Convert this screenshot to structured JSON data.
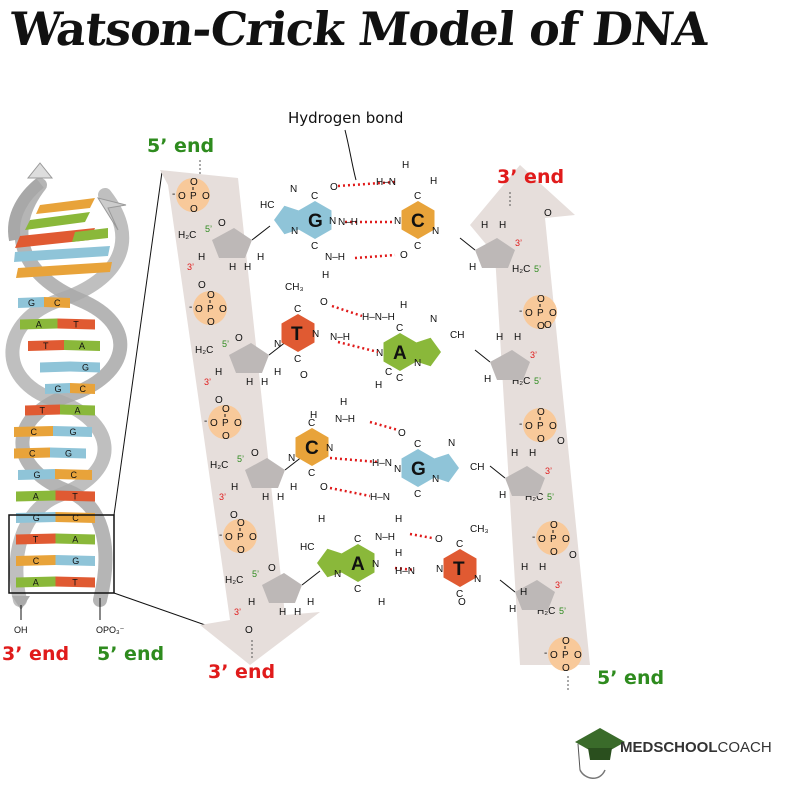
{
  "title": "Watson-Crick Model of DNA",
  "labels": {
    "hydrogen_bond": "Hydrogen bond",
    "five_prime_end": "5’ end",
    "three_prime_end": "3’ end",
    "oh": "OH",
    "opo3": "OPO₃⁻",
    "three_prime": "3’",
    "five_prime": "5’"
  },
  "helix_pairs": [
    {
      "left": "G",
      "right": "C"
    },
    {
      "left": "A",
      "right": "T"
    },
    {
      "left": "T",
      "right": "A"
    },
    {
      "left": "",
      "right": "G"
    },
    {
      "left": "G",
      "right": "C"
    },
    {
      "left": "T",
      "right": "A"
    },
    {
      "left": "C",
      "right": "G"
    },
    {
      "left": "C",
      "right": "G"
    },
    {
      "left": "G",
      "right": "C"
    },
    {
      "left": "A",
      "right": "T"
    },
    {
      "left": "G",
      "right": "C"
    },
    {
      "left": "T",
      "right": "A"
    },
    {
      "left": "C",
      "right": "G"
    },
    {
      "left": "A",
      "right": "T"
    }
  ],
  "base_pairs": [
    {
      "left": "G",
      "right": "C"
    },
    {
      "left": "T",
      "right": "A"
    },
    {
      "left": "C",
      "right": "G"
    },
    {
      "left": "A",
      "right": "T"
    }
  ],
  "atoms": {
    "n": "N",
    "c": "C",
    "h": "H",
    "o": "O",
    "p": "P",
    "hc": "HC",
    "ch": "CH",
    "h2c": "H₂C",
    "ch3": "CH₃",
    "minus": "-",
    "nh": "N–H",
    "hn": "H–N",
    "hnh": "H–N–H"
  },
  "colors": {
    "G": "#8fc4d8",
    "C": "#e8a33a",
    "A": "#8ab83a",
    "T": "#e05a32",
    "phosphate": "#f8c99a",
    "backbone": "#e6dedb",
    "sugar": "#bdb8b7",
    "red": "#e01b1b",
    "green": "#2e8b1e"
  },
  "brand": {
    "name": "MEDSCHOOL",
    "name2": "COACH"
  }
}
